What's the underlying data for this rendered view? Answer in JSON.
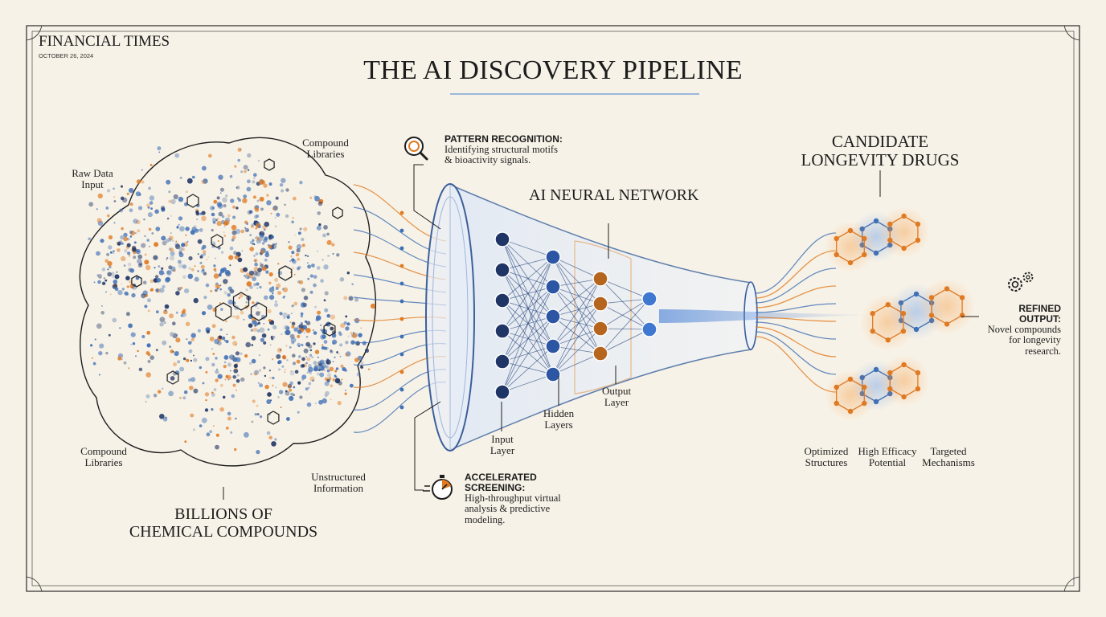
{
  "masthead": {
    "publication": "FINANCIAL TIMES",
    "date": "OCTOBER 26, 2024"
  },
  "title": "THE AI DISCOVERY PIPELINE",
  "input_cloud": {
    "heading_line1": "BILLIONS OF",
    "heading_line2": "CHEMICAL COMPOUNDS",
    "labels": {
      "raw_data_1": "Raw Data",
      "raw_data_2": "Input",
      "libraries_top_1": "Compound",
      "libraries_top_2": "Libraries",
      "libraries_bottom_1": "Compound",
      "libraries_bottom_2": "Libraries",
      "unstructured_1": "Unstructured",
      "unstructured_2": "Information"
    }
  },
  "pattern_recognition": {
    "heading": "PATTERN RECOGNITION:",
    "line1": "Identifying structural motifs",
    "line2": "& bioactivity signals.",
    "icon": "magnifier-icon"
  },
  "network": {
    "heading": "AI NEURAL NETWORK",
    "input_layer_1": "Input",
    "input_layer_2": "Layer",
    "hidden_layers_1": "Hidden",
    "hidden_layers_2": "Layers",
    "output_layer_1": "Output",
    "output_layer_2": "Layer"
  },
  "accelerated_screening": {
    "heading_line1": "ACCELERATED",
    "heading_line2": "SCREENING:",
    "line1": "High-throughput virtual",
    "line2": "analysis & predictive",
    "line3": "modeling.",
    "icon": "stopwatch-icon"
  },
  "output": {
    "heading_line1": "CANDIDATE",
    "heading_line2": "LONGEVITY DRUGS",
    "refined_heading_line1": "REFINED",
    "refined_heading_line2": "OUTPUT:",
    "refined_line1": "Novel compounds",
    "refined_line2": "for longevity",
    "refined_line3": "research.",
    "gear_icon": "gears-icon",
    "attributes": [
      {
        "line1": "Optimized",
        "line2": "Structures"
      },
      {
        "line1": "High Efficacy",
        "line2": "Potential"
      },
      {
        "line1": "Targeted",
        "line2": "Mechanisms"
      }
    ]
  },
  "colors": {
    "background": "#f7f2e7",
    "navy": "#1f3566",
    "blue": "#3f6fb5",
    "orange": "#e07a22",
    "ink": "#1c1c1c"
  }
}
